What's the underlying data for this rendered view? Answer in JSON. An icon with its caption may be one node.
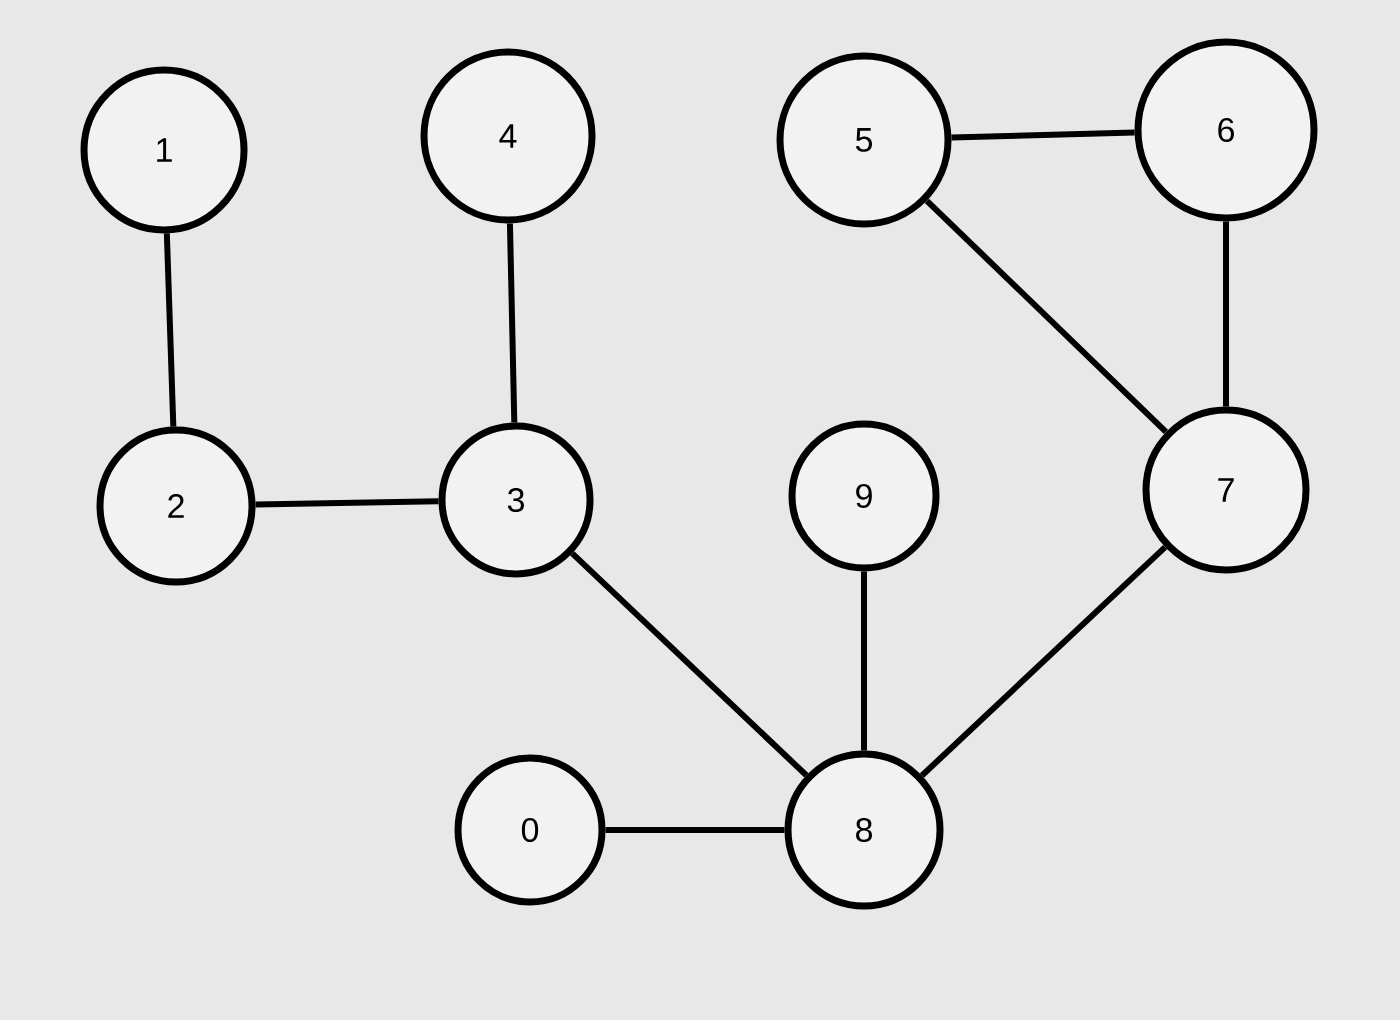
{
  "diagram": {
    "nodes": [
      {
        "text": [
          "1"
        ]
      },
      {
        "text": [
          "4"
        ]
      },
      {
        "text": [
          "5"
        ]
      },
      {
        "text": [
          "6"
        ]
      },
      {
        "text": [
          "2"
        ]
      },
      {
        "text": [
          "3"
        ]
      },
      {
        "text": [
          "9"
        ]
      },
      {
        "text": [
          "7"
        ]
      },
      {
        "text": [
          "0"
        ]
      },
      {
        "text": [
          "8"
        ]
      }
    ],
    "edges": [
      {
        "from": 0,
        "to": 4,
        "arrow": "none"
      },
      {
        "from": 1,
        "to": 5,
        "arrow": "none"
      },
      {
        "from": 4,
        "to": 5,
        "arrow": "none"
      },
      {
        "from": 2,
        "to": 3,
        "arrow": "none"
      },
      {
        "from": 2,
        "to": 7,
        "arrow": "none"
      },
      {
        "from": 3,
        "to": 7,
        "arrow": "none"
      },
      {
        "from": 5,
        "to": 9,
        "arrow": "none"
      },
      {
        "from": 6,
        "to": 9,
        "arrow": "none"
      },
      {
        "from": 7,
        "to": 9,
        "arrow": "none"
      },
      {
        "from": 8,
        "to": 9,
        "arrow": "none"
      }
    ]
  }
}
